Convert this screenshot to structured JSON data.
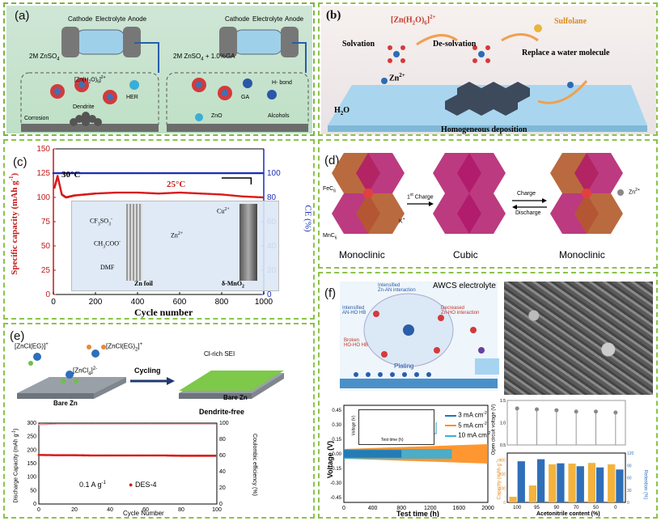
{
  "panels": {
    "a": {
      "label": "(a)",
      "cathode": "Cathode",
      "electrolyte": "Electrolyte",
      "anode": "Anode",
      "cell1": "2M ZnSO",
      "cell1_sub": "4",
      "cell2": "2M ZnSO",
      "cell2_sub": "4",
      "cell2_tail": "+ 1.0%GA",
      "ion": "[Zn(H",
      "ion_sub1": "2",
      "ion_mid": "O)",
      "ion_sub2": "6",
      "ion_sup": "]",
      "ion_charge": "2+",
      "dendrite": "Dendrite",
      "her": "HER",
      "corrosion": "Corrosion",
      "ga": "GA",
      "hbond": "H- bond",
      "zno": "ZnO",
      "alcohols": "Alcohols"
    },
    "b": {
      "label": "(b)",
      "complex": "[Zn(H",
      "complex_sub1": "2",
      "complex_mid": "O)",
      "complex_sub2": "6",
      "complex_tail": "]",
      "complex_charge": "2+",
      "sulfolane": "Sulfolane",
      "solvation": "Solvation",
      "desolvation": "De-solvation",
      "replace": "Replace a water molecule",
      "zn": "Zn",
      "zn_charge": "2+",
      "h2o": "H",
      "h2o_sub": "2",
      "h2o_tail": "O",
      "deposition": "Homogeneous deposition"
    },
    "c": {
      "label": "(c)",
      "ylabel": "Specific capacity (mAh g",
      "ylabel_sup": "-1",
      "ylabel_tail": ")",
      "y2label": "CE (%)",
      "xlabel": "Cycle number",
      "t30": "30°C",
      "t25": "25°C",
      "anion1": "CF",
      "anion1_sub": "3",
      "anion1_tail": "SO",
      "anion1_sub2": "3",
      "anion1_sup": "-",
      "anion2": "CH",
      "anion2_sub": "3",
      "anion2_tail": "COO",
      "anion2_sup": "-",
      "dmf": "DMF",
      "cu": "Cu",
      "cu_sup": "2+",
      "zn": "Zn",
      "zn_sup": "2+",
      "zn_foil": "Zn foil",
      "mno2": "δ-MnO",
      "mno2_sub": "2"
    },
    "d": {
      "label": "(d)",
      "fec": "FeC",
      "fec_sub": "6",
      "mnc": "MnC",
      "mnc_sub": "6",
      "k": "K",
      "k_sup": "+",
      "zn": "Zn",
      "zn_sup": "2+",
      "charge1": "1",
      "charge1_sup": "st",
      "charge1_tail": " Charge",
      "charge2": "Charge",
      "discharge": "Discharge",
      "monoclinic1": "Monoclinic",
      "cubic": "Cubic",
      "monoclinic2": "Monoclinic"
    },
    "e": {
      "label": "(e)",
      "c1": "[ZnCl(EG)]",
      "c1_sup": "+",
      "c2": "[ZnCl(EG)",
      "c2_sub": "2",
      "c2_tail": "]",
      "c2_sup": "+",
      "c3": "[ZnCl",
      "c3_sub": "4",
      "c3_tail": "]",
      "c3_sup": "2-",
      "cycling": "Cycling",
      "sei": "Cl-rich SEI",
      "bare1": "Bare Zn",
      "bare2": "Bare Zn",
      "dendrite_free": "Dendrite-free",
      "ylabel": "Discharge Capacity (mAh g",
      "ylabel_sup": "-1",
      "ylabel_tail": ")",
      "y2label": "Coulombic efficiency (%)",
      "xlabel": "Cycle Number",
      "rate": "0.1 A g",
      "rate_sup": "-1",
      "legend": "DES-4"
    },
    "f": {
      "label": "(f)",
      "awcs": "AWCS electrolyte",
      "intensified1": "Intensified",
      "intensified1b": "Zn",
      "intensified1c": "-AN interaction",
      "intensified2": "Intensified",
      "intensified2b": "AN-H",
      "intensified2c": "O HB",
      "decreased": "Decreased",
      "decreasedb": "Zn",
      "decreasedc": "-H",
      "decreasedd": "O interaction",
      "broken": "Broken",
      "brokenb": "H",
      "brokenc": "O-H",
      "brokend": "O HB",
      "plating": "Plating",
      "ylabel": "Voltage (V)",
      "xlabel": "Test time (h)",
      "inset_xlabel": "Test time (h)",
      "inset_ylabel": "Voltage (V)",
      "legend": [
        {
          "label": "3 mA cm",
          "sup": "-2",
          "color": "#1f77b4"
        },
        {
          "label": "5 mA cm",
          "sup": "-2",
          "color": "#ff8c1a"
        },
        {
          "label": "10 mA cm",
          "sup": "-2",
          "color": "#3aaed8"
        }
      ],
      "b_ylabel": "Open circuit voltage (V)",
      "b_ylabel2": "Capacity (mAh g",
      "b_ylabel2_sup": "-1",
      "b_ylabel2_tail": ")",
      "b_y2label": "Retention (%)",
      "b_xlabel": "Acetonitrile content (%)"
    }
  },
  "chart_data": [
    {
      "type": "scatter",
      "panel": "c",
      "xlabel": "Cycle number",
      "ylabel": "Specific capacity (mAh g-1)",
      "y2label": "CE (%)",
      "xlim": [
        0,
        1000
      ],
      "ylim": [
        0,
        150
      ],
      "y2lim": [
        0,
        120
      ],
      "xticks": [
        0,
        200,
        400,
        600,
        800,
        1000
      ],
      "yticks": [
        0,
        25,
        50,
        75,
        100,
        125,
        150
      ],
      "y2ticks": [
        0,
        20,
        40,
        60,
        80,
        100
      ],
      "series": [
        {
          "name": "Specific capacity",
          "color": "#d91a1a",
          "x": [
            5,
            20,
            40,
            60,
            80,
            100,
            150,
            200,
            300,
            400,
            500,
            600,
            700,
            800,
            900,
            1000
          ],
          "y": [
            110,
            122,
            103,
            100,
            101,
            102,
            103,
            104,
            105,
            105,
            104,
            105,
            104,
            103,
            101,
            100
          ]
        },
        {
          "name": "CE",
          "color": "#1c2fb5",
          "axis": "y2",
          "x": [
            0,
            100,
            200,
            300,
            400,
            500,
            600,
            700,
            800,
            900,
            1000
          ],
          "y": [
            100,
            100,
            100,
            100,
            100,
            100,
            100,
            100,
            100,
            100,
            100
          ]
        }
      ]
    },
    {
      "type": "scatter",
      "panel": "e",
      "xlabel": "Cycle Number",
      "ylabel": "Discharge Capacity (mAh g-1)",
      "y2label": "Coulombic efficiency (%)",
      "xlim": [
        0,
        100
      ],
      "ylim": [
        0,
        300
      ],
      "y2lim": [
        0,
        100
      ],
      "xticks": [
        0,
        20,
        40,
        60,
        80,
        100
      ],
      "yticks": [
        0,
        50,
        100,
        150,
        200,
        250,
        300
      ],
      "y2ticks": [
        0,
        20,
        40,
        60,
        80,
        100
      ],
      "series": [
        {
          "name": "DES-4",
          "color": "#d91a1a",
          "x": [
            0,
            10,
            20,
            30,
            40,
            50,
            60,
            70,
            80,
            90,
            100
          ],
          "y": [
            182,
            181,
            181,
            180,
            180,
            180,
            180,
            180,
            179,
            179,
            179
          ]
        },
        {
          "name": "CE",
          "color": "#e07878",
          "axis": "y2",
          "x": [
            0,
            10,
            20,
            30,
            40,
            50,
            60,
            70,
            80,
            90,
            100
          ],
          "y": [
            98,
            99,
            99,
            99,
            99,
            99,
            99,
            99,
            99,
            99,
            99
          ]
        }
      ]
    },
    {
      "type": "line",
      "panel": "f",
      "xlabel": "Test time (h)",
      "ylabel": "Voltage (V)",
      "xlim": [
        0,
        2000
      ],
      "ylim": [
        -0.5,
        0.5
      ],
      "xticks": [
        0,
        400,
        800,
        1200,
        1600,
        2000
      ],
      "yticks": [
        -0.45,
        -0.3,
        -0.15,
        0.0,
        0.15,
        0.3,
        0.45
      ],
      "series": [
        {
          "name": "3 mA cm-2",
          "color": "#1f77b4",
          "x": [
            0,
            800
          ],
          "amplitude": [
            0.04,
            0.04
          ]
        },
        {
          "name": "5 mA cm-2",
          "color": "#ff8c1a",
          "x": [
            0,
            2000
          ],
          "amplitude": [
            0.05,
            0.1
          ]
        },
        {
          "name": "10 mA cm-2",
          "color": "#3aaed8",
          "x": [
            0,
            1500
          ],
          "amplitude": [
            0.05,
            0.05
          ]
        }
      ]
    },
    {
      "type": "bar",
      "panel": "f",
      "xlabel": "Acetonitrile content (%)",
      "ylabel": "Capacity (mAh g-1)",
      "y2label": "Retention (%)",
      "categories": [
        "100",
        "95",
        "90",
        "70",
        "50",
        "0"
      ],
      "ylim": [
        0,
        350
      ],
      "y2lim": [
        0,
        120
      ],
      "yticks": [
        0,
        100,
        200,
        300
      ],
      "y2ticks": [
        0,
        30,
        60,
        90,
        120
      ],
      "series": [
        {
          "name": "Capacity",
          "color": "#f4b33d",
          "values": [
            40,
            120,
            270,
            275,
            280,
            270
          ]
        },
        {
          "name": "Retention",
          "color": "#2f6fb8",
          "values": [
            100,
            105,
            95,
            88,
            85,
            80
          ]
        }
      ],
      "top_series": {
        "name": "Open circuit voltage",
        "ylim": [
          0.5,
          1.5
        ],
        "yticks": [
          1.5,
          1.0,
          0.5
        ],
        "values": [
          1.32,
          1.3,
          1.28,
          1.25,
          1.25,
          1.23
        ]
      }
    }
  ]
}
